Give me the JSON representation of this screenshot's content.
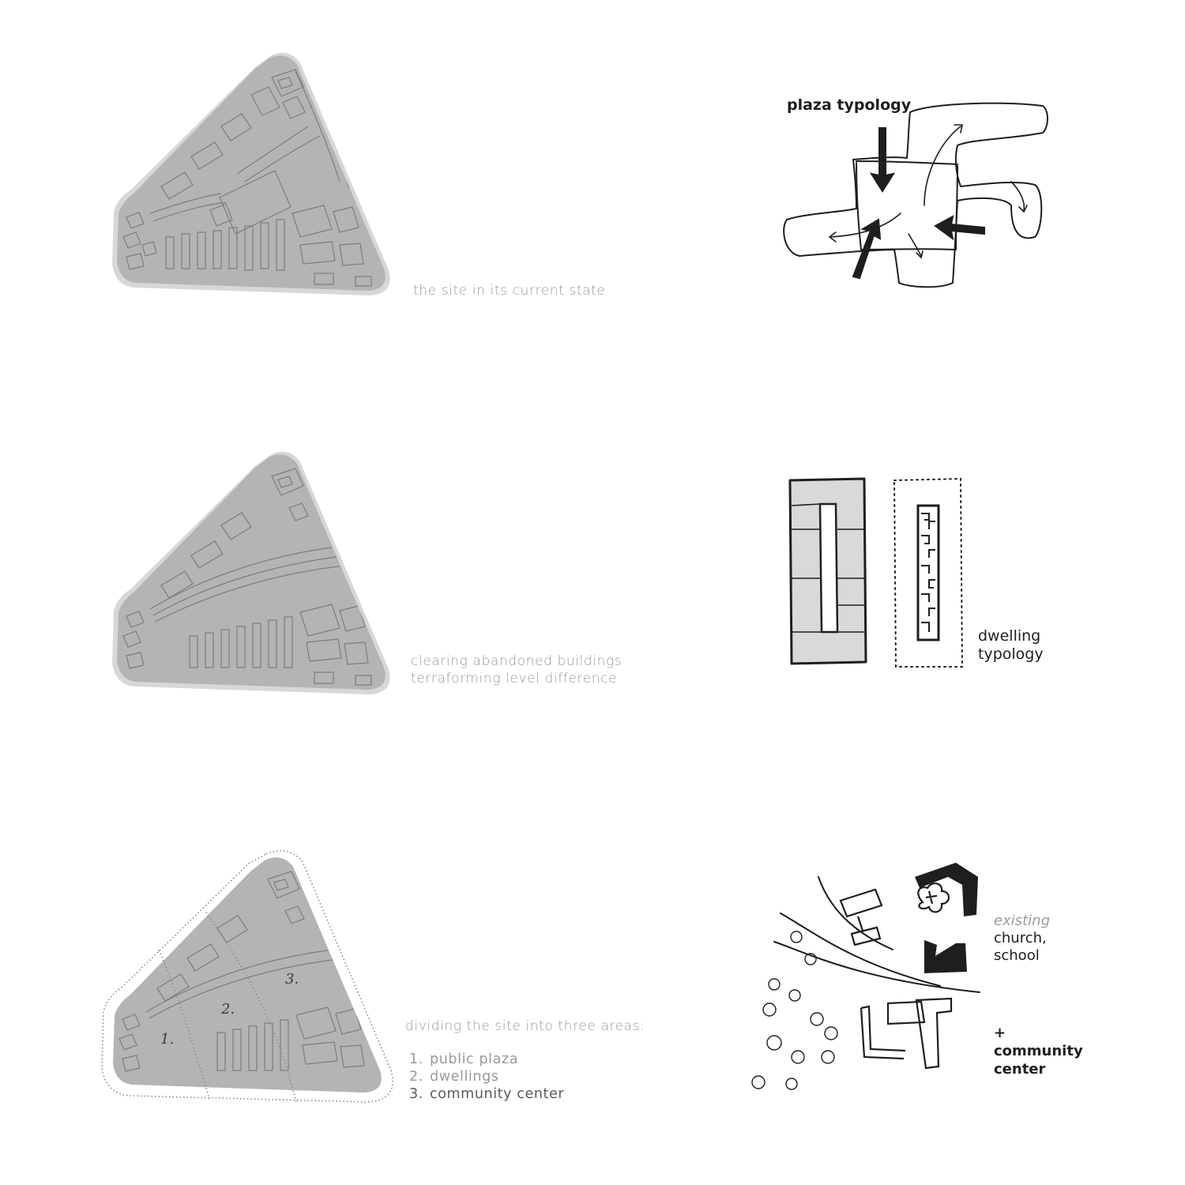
{
  "panels": [
    {
      "caption_lines": [
        "the site in its current state"
      ],
      "sketch_label_lines": [
        "plaza typology"
      ]
    },
    {
      "caption_lines": [
        "clearing abandoned buildings",
        "terraforming level difference"
      ],
      "sketch_label_lines": [
        "dwelling",
        "typology"
      ]
    },
    {
      "caption_title": "dividing the site into three areas:",
      "zones": [
        {
          "number": "1.",
          "label": "public plaza"
        },
        {
          "number": "2.",
          "label": "dwellings"
        },
        {
          "number": "3.",
          "label": "community center"
        }
      ],
      "zone_map_labels": [
        "1.",
        "2.",
        "3."
      ],
      "sketch_label_existing": "existing",
      "sketch_label_existing_lines": [
        "church,",
        "school"
      ],
      "sketch_label_new": "+",
      "sketch_label_new_lines": [
        "community",
        "center"
      ]
    }
  ],
  "colors": {
    "site_fill": "#b4b4b4",
    "site_rim": "#d7d7d7",
    "building_outline": "#7d7d7d",
    "caption_text": "#9a9a9a",
    "sketch_ink": "#1e1e1e"
  },
  "icons": [
    "arrow-icon",
    "cross-icon"
  ]
}
